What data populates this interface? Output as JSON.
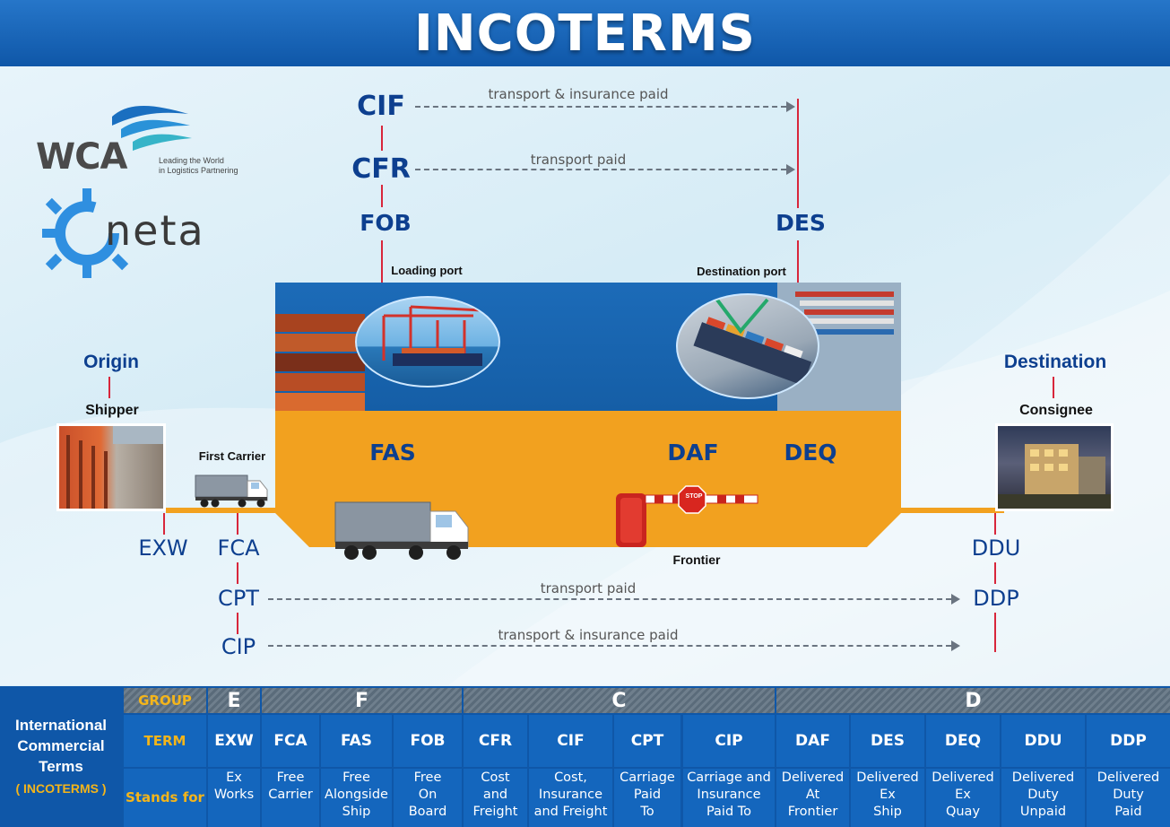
{
  "title": "INCOTERMS",
  "logos": {
    "wca_text": "WCA",
    "wca_tagline_1": "Leading the World",
    "wca_tagline_2": "in Logistics Partnering",
    "neta_text": "neta",
    "wca_waves_icon": "waves-icon",
    "neta_wheel_icon": "ship-wheel-icon"
  },
  "diagram": {
    "top_terms": {
      "cif": "CIF",
      "cfr": "CFR",
      "fob": "FOB",
      "des": "DES"
    },
    "top_arrows": {
      "cif_label": "transport & insurance paid",
      "cfr_label": "transport paid"
    },
    "ports": {
      "loading": "Loading port",
      "destination": "Destination port"
    },
    "origin": {
      "title": "Origin",
      "shipper": "Shipper"
    },
    "destination": {
      "title": "Destination",
      "consignee": "Consignee"
    },
    "first_carrier": "First Carrier",
    "mid_terms": {
      "fas": "FAS",
      "daf": "DAF",
      "deq": "DEQ"
    },
    "frontier": "Frontier",
    "stop_sign": "STOP",
    "bottom_terms": {
      "exw": "EXW",
      "fca": "FCA",
      "cpt": "CPT",
      "cip": "CIP",
      "ddu": "DDU",
      "ddp": "DDP"
    },
    "bottom_arrows": {
      "cpt_label": "transport paid",
      "cip_label": "transport & insurance paid"
    }
  },
  "colors": {
    "title_blue": "#0f57a8",
    "term_blue": "#0d3f8f",
    "orange": "#f2a11f",
    "red_line": "#d8263b",
    "yellow_label": "#f4b51a"
  },
  "legend": {
    "title_lines": [
      "International",
      "Commercial",
      "Terms"
    ],
    "subtitle": "( INCOTERMS )",
    "row_labels": {
      "group": "GROUP",
      "term": "TERM",
      "stands_for": "Stands for"
    },
    "groups": [
      "E",
      "F",
      "C",
      "D"
    ],
    "terms": [
      {
        "code": "EXW",
        "meaning": [
          "Ex",
          "Works"
        ]
      },
      {
        "code": "FCA",
        "meaning": [
          "Free",
          "Carrier"
        ]
      },
      {
        "code": "FAS",
        "meaning": [
          "Free",
          "Alongside",
          "Ship"
        ]
      },
      {
        "code": "FOB",
        "meaning": [
          "Free",
          "On",
          "Board"
        ]
      },
      {
        "code": "CFR",
        "meaning": [
          "Cost",
          "and",
          "Freight"
        ]
      },
      {
        "code": "CIF",
        "meaning": [
          "Cost,",
          "Insurance",
          "and Freight"
        ]
      },
      {
        "code": "CPT",
        "meaning": [
          "Carriage",
          "Paid",
          "To"
        ]
      },
      {
        "code": "CIP",
        "meaning": [
          "Carriage and",
          "Insurance",
          "Paid To"
        ]
      },
      {
        "code": "DAF",
        "meaning": [
          "Delivered",
          "At",
          "Frontier"
        ]
      },
      {
        "code": "DES",
        "meaning": [
          "Delivered",
          "Ex",
          "Ship"
        ]
      },
      {
        "code": "DEQ",
        "meaning": [
          "Delivered",
          "Ex",
          "Quay"
        ]
      },
      {
        "code": "DDU",
        "meaning": [
          "Delivered",
          "Duty",
          "Unpaid"
        ]
      },
      {
        "code": "DDP",
        "meaning": [
          "Delivered",
          "Duty",
          "Paid"
        ]
      }
    ]
  }
}
